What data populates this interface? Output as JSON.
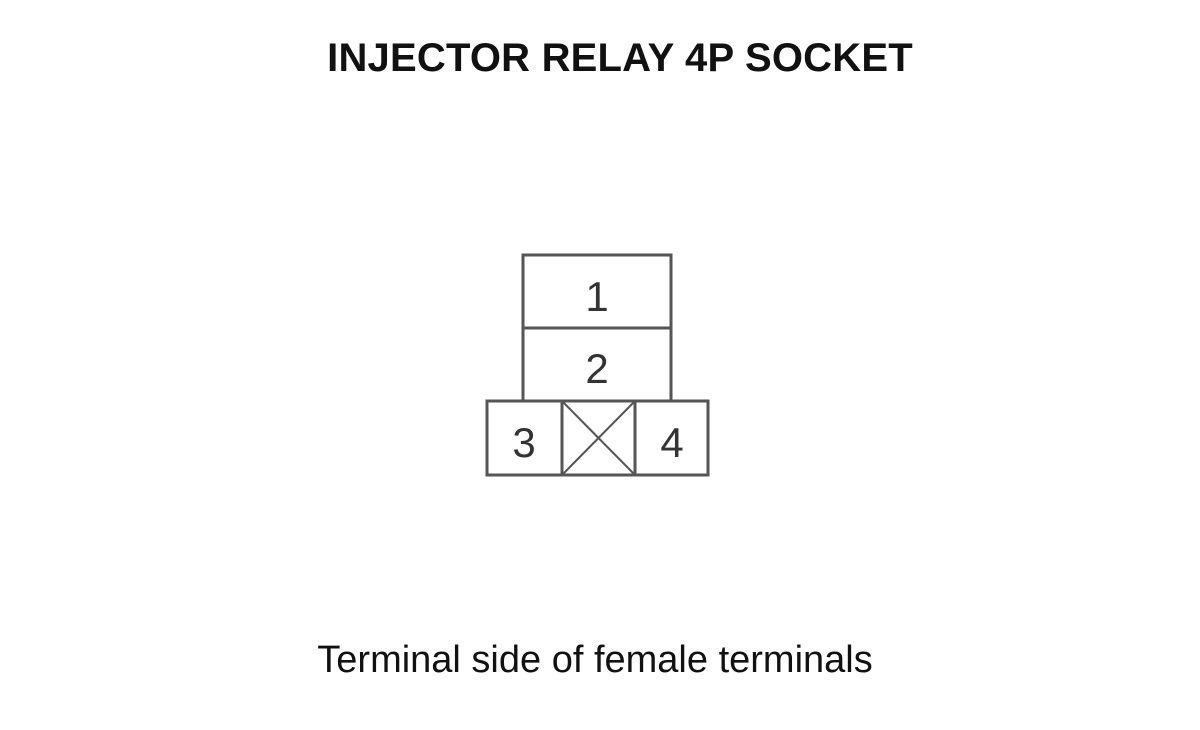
{
  "diagram": {
    "title": "INJECTOR RELAY 4P SOCKET",
    "caption": "Terminal side of female terminals",
    "terminals": [
      {
        "number": "1"
      },
      {
        "number": "2"
      },
      {
        "number": "3"
      },
      {
        "number": "4"
      }
    ],
    "colors": {
      "outline": "#333333",
      "text": "#111111"
    }
  }
}
